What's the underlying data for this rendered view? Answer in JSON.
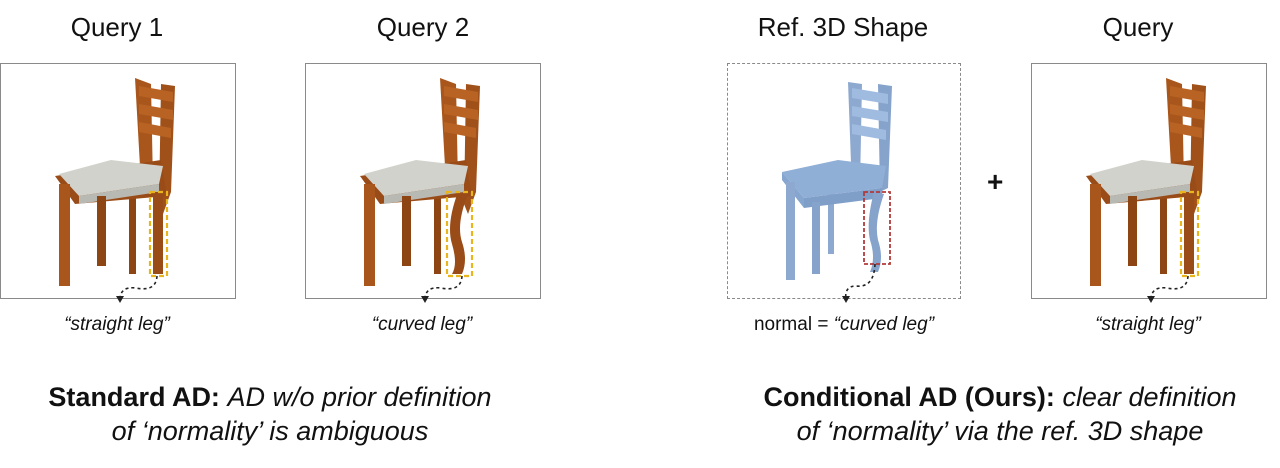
{
  "panels": {
    "query1": {
      "title": "Query 1",
      "caption": "“straight leg”"
    },
    "query2": {
      "title": "Query 2",
      "caption": "“curved leg”"
    },
    "ref": {
      "title": "Ref. 3D Shape",
      "caption_prefix": "normal =",
      "caption": "“curved leg”"
    },
    "query": {
      "title": "Query",
      "caption": "“straight leg”"
    }
  },
  "plus_sign": "+",
  "bottom_left": {
    "bold": "Standard AD:",
    "italic_1": "AD w/o prior definition",
    "line2": "of ‘normality’  is ambiguous"
  },
  "bottom_right": {
    "bold": "Conditional AD (Ours):",
    "italic_1": "clear definition",
    "line2": "of ‘normality’ via the ref. 3D shape"
  },
  "colors": {
    "wood": "#a9561c",
    "wood_dark": "#7a3a10",
    "seat": "#d2d2cc",
    "ref_chair": "#90afd6",
    "highlight_yellow": "#e8b51c",
    "highlight_red": "#b23a3a"
  }
}
